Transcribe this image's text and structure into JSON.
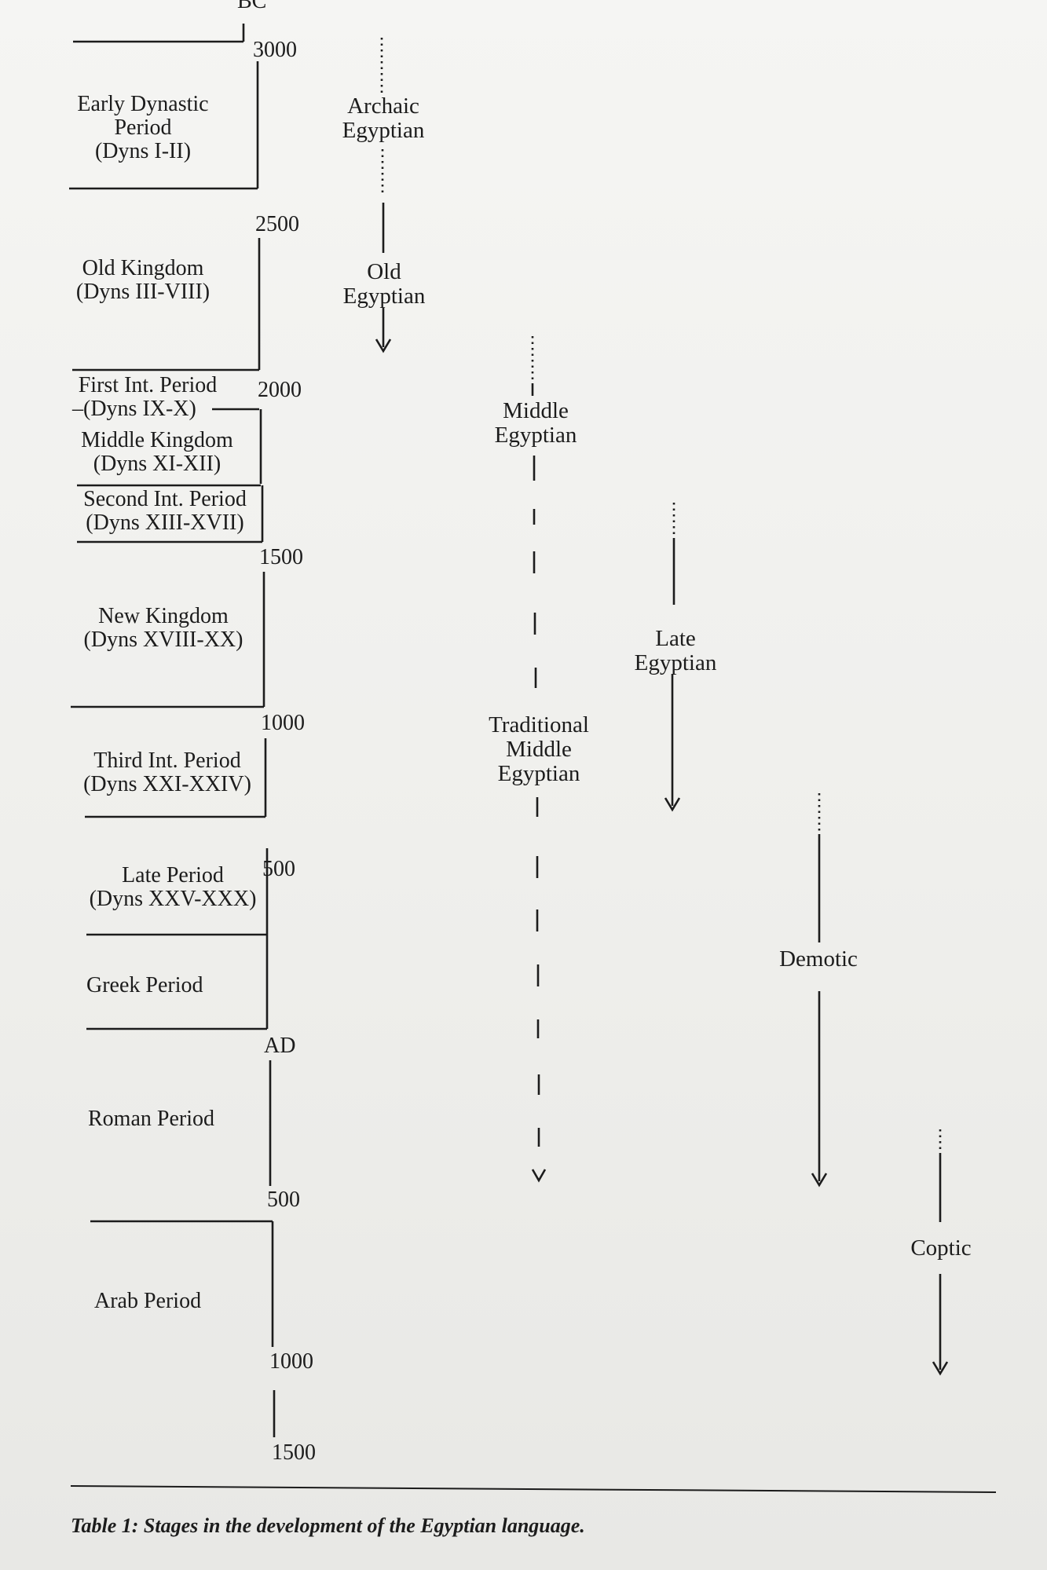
{
  "header": {
    "era_top": "BC"
  },
  "years": {
    "bc_3000": "3000",
    "bc_2500": "2500",
    "bc_2000": "2000",
    "bc_1500": "1500",
    "bc_1000": "1000",
    "bc_500": "500",
    "era_ad": "AD",
    "ad_500": "500",
    "ad_1000": "1000",
    "ad_1500": "1500"
  },
  "periods": {
    "early_dynastic": {
      "name": "Early Dynastic",
      "name2": "Period",
      "dyns": "(Dyns I-II)"
    },
    "old_kingdom": {
      "name": "Old Kingdom",
      "dyns": "(Dyns III-VIII)"
    },
    "first_int": {
      "name": "First Int. Period",
      "dyns": "(Dyns IX-X)"
    },
    "middle_kingdom": {
      "name": "Middle Kingdom",
      "dyns": "(Dyns XI-XII)"
    },
    "second_int": {
      "name": "Second Int. Period",
      "dyns": "(Dyns XIII-XVII)"
    },
    "new_kingdom": {
      "name": "New Kingdom",
      "dyns": "(Dyns XVIII-XX)"
    },
    "third_int": {
      "name": "Third Int. Period",
      "dyns": "(Dyns XXI-XXIV)"
    },
    "late_period": {
      "name": "Late Period",
      "dyns": "(Dyns XXV-XXX)"
    },
    "greek": {
      "name": "Greek Period"
    },
    "roman": {
      "name": "Roman Period"
    },
    "arab": {
      "name": "Arab Period"
    }
  },
  "stages": {
    "archaic": {
      "l1": "Archaic",
      "l2": "Egyptian"
    },
    "old": {
      "l1": "Old",
      "l2": "Egyptian"
    },
    "middle": {
      "l1": "Middle",
      "l2": "Egyptian"
    },
    "late": {
      "l1": "Late",
      "l2": "Egyptian"
    },
    "traditional": {
      "l1": "Traditional",
      "l2": "Middle",
      "l3": "Egyptian"
    },
    "demotic": {
      "l1": "Demotic"
    },
    "coptic": {
      "l1": "Coptic"
    }
  },
  "caption": "Table 1: Stages in the development of the Egyptian language.",
  "colors": {
    "ink": "#1c1c1c",
    "paper": "#f3f3f1"
  }
}
